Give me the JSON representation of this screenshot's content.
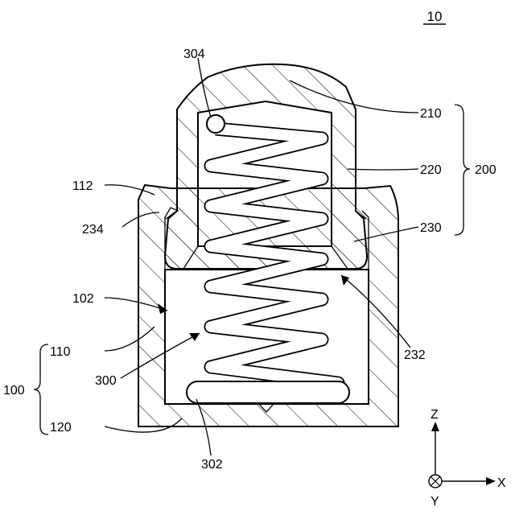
{
  "figure": {
    "number": "10",
    "labels": {
      "l304": "304",
      "l210": "210",
      "l220": "220",
      "l200": "200",
      "l112": "112",
      "l234": "234",
      "l230": "230",
      "l102": "102",
      "l110": "110",
      "l100": "100",
      "l300": "300",
      "l232": "232",
      "l120": "120",
      "l302": "302"
    },
    "axes": {
      "z": "Z",
      "x": "X",
      "y": "Y"
    }
  }
}
